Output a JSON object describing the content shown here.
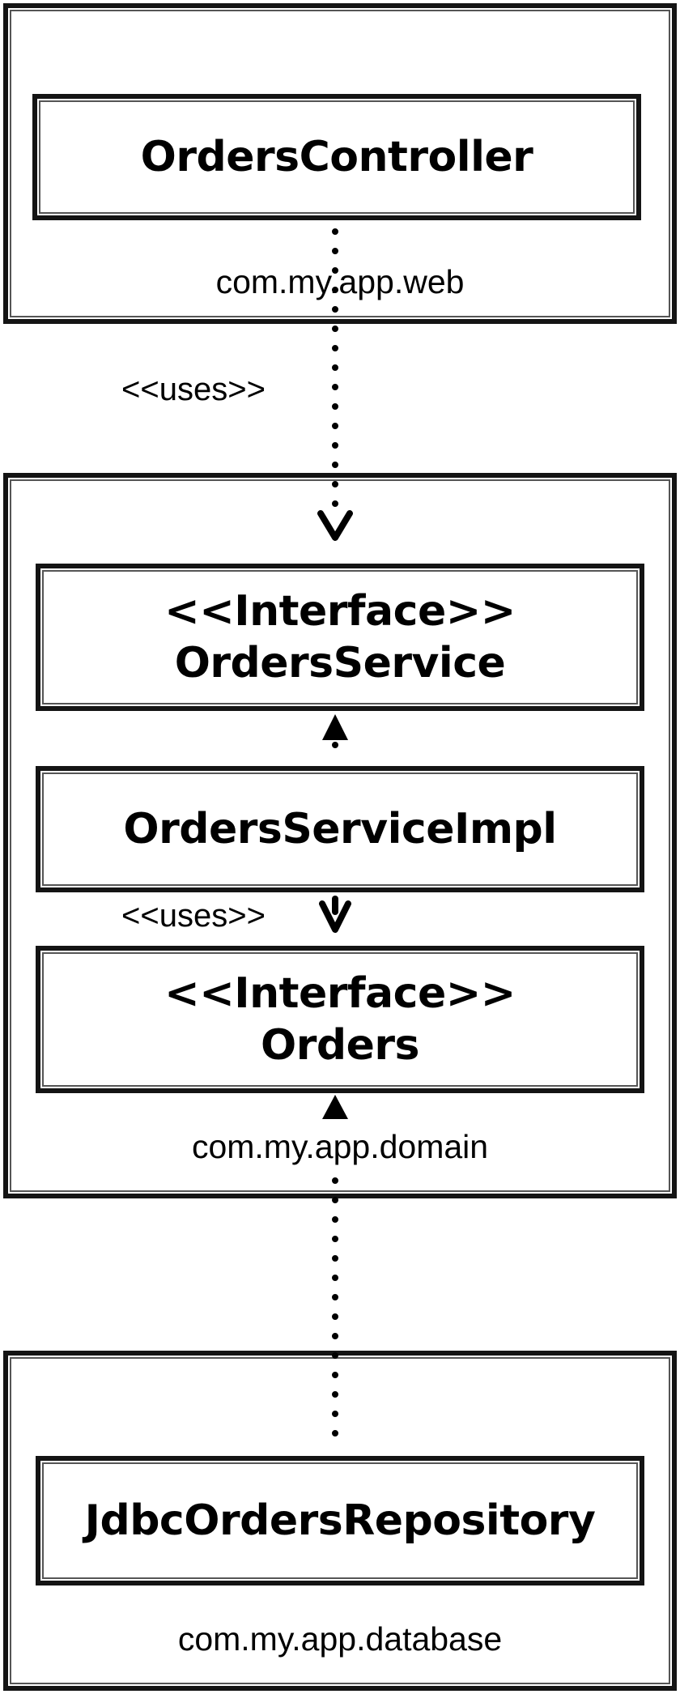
{
  "packages": {
    "web": {
      "label": "com.my.app.web"
    },
    "domain": {
      "label": "com.my.app.domain"
    },
    "database": {
      "label": "com.my.app.database"
    }
  },
  "classes": {
    "orders_controller": {
      "lines": [
        "OrdersController"
      ]
    },
    "orders_service": {
      "lines": [
        "<<Interface>>",
        "OrdersService"
      ]
    },
    "orders_service_impl": {
      "lines": [
        "OrdersServiceImpl"
      ]
    },
    "orders": {
      "lines": [
        "<<Interface>>",
        "Orders"
      ]
    },
    "jdbc_orders_repository": {
      "lines": [
        "JdbcOrdersRepository"
      ]
    }
  },
  "relations": {
    "controller_uses_service": {
      "label": "<<uses>>"
    },
    "impl_uses_orders": {
      "label": "<<uses>>"
    }
  }
}
